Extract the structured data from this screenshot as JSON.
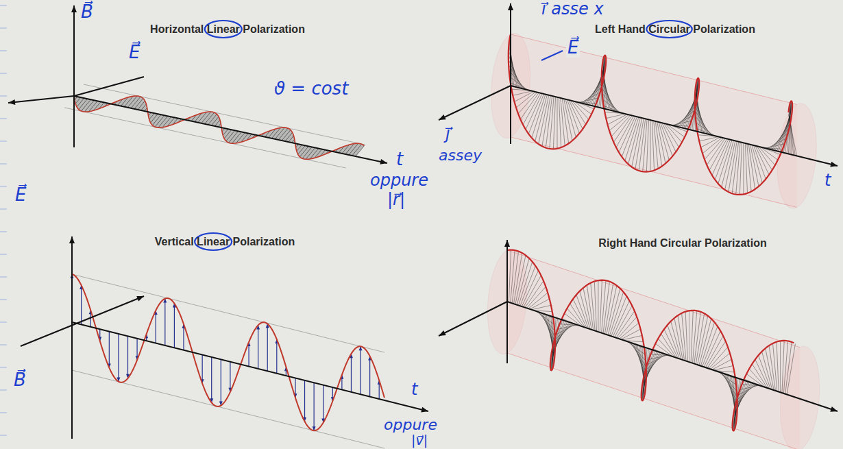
{
  "diagram": {
    "labels": [
      "Horizontal Linear Polarization",
      "Left Hand Circular Polarization",
      "Vertical Linear Polarization",
      "Right Hand Circular Polarization",
      "B⃗",
      "E⃗",
      "ϑ = cost",
      "t",
      "oppure",
      "|r⃗|",
      "i⃗ asse x",
      "E⃗",
      "j⃗",
      "assey",
      "t",
      "E⃗",
      "B⃗",
      "t",
      "oppure",
      "|v⃗|"
    ]
  }
}
